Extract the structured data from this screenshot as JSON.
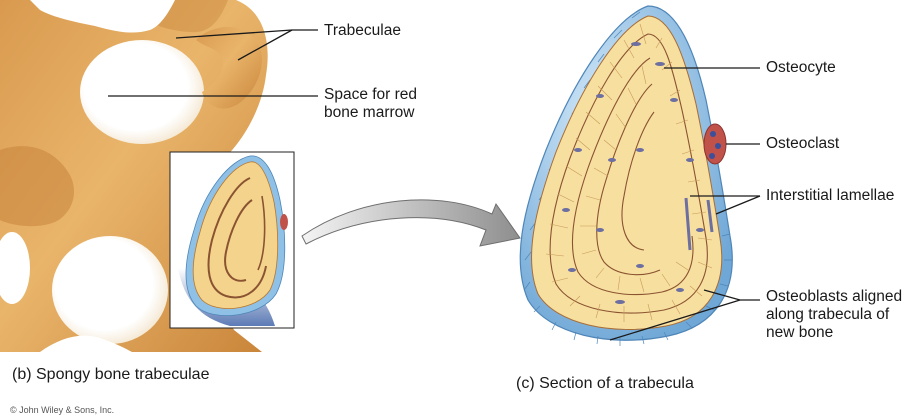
{
  "labels": {
    "trabeculae": "Trabeculae",
    "space_line1": "Space for red",
    "space_line2": "bone marrow",
    "osteocyte": "Osteocyte",
    "osteoclast": "Osteoclast",
    "interstitial": "Interstitial lamellae",
    "osteoblasts_line1": "Osteoblasts aligned",
    "osteoblasts_line2": "along trabecula of",
    "osteoblasts_line3": "new bone"
  },
  "captions": {
    "left": "(b) Spongy bone trabeculae",
    "right": "(c) Section of a trabecula"
  },
  "copyright": "© John Wiley & Sons, Inc.",
  "colors": {
    "bone": "#e0a65a",
    "bone_dark": "#b9762b",
    "lamella": "#f7df9f",
    "lacuna": "#7b4a33",
    "osteoblast": "#8fc0e6",
    "osteoclast": "#c0524a",
    "label_line": "#1a1a1a"
  }
}
